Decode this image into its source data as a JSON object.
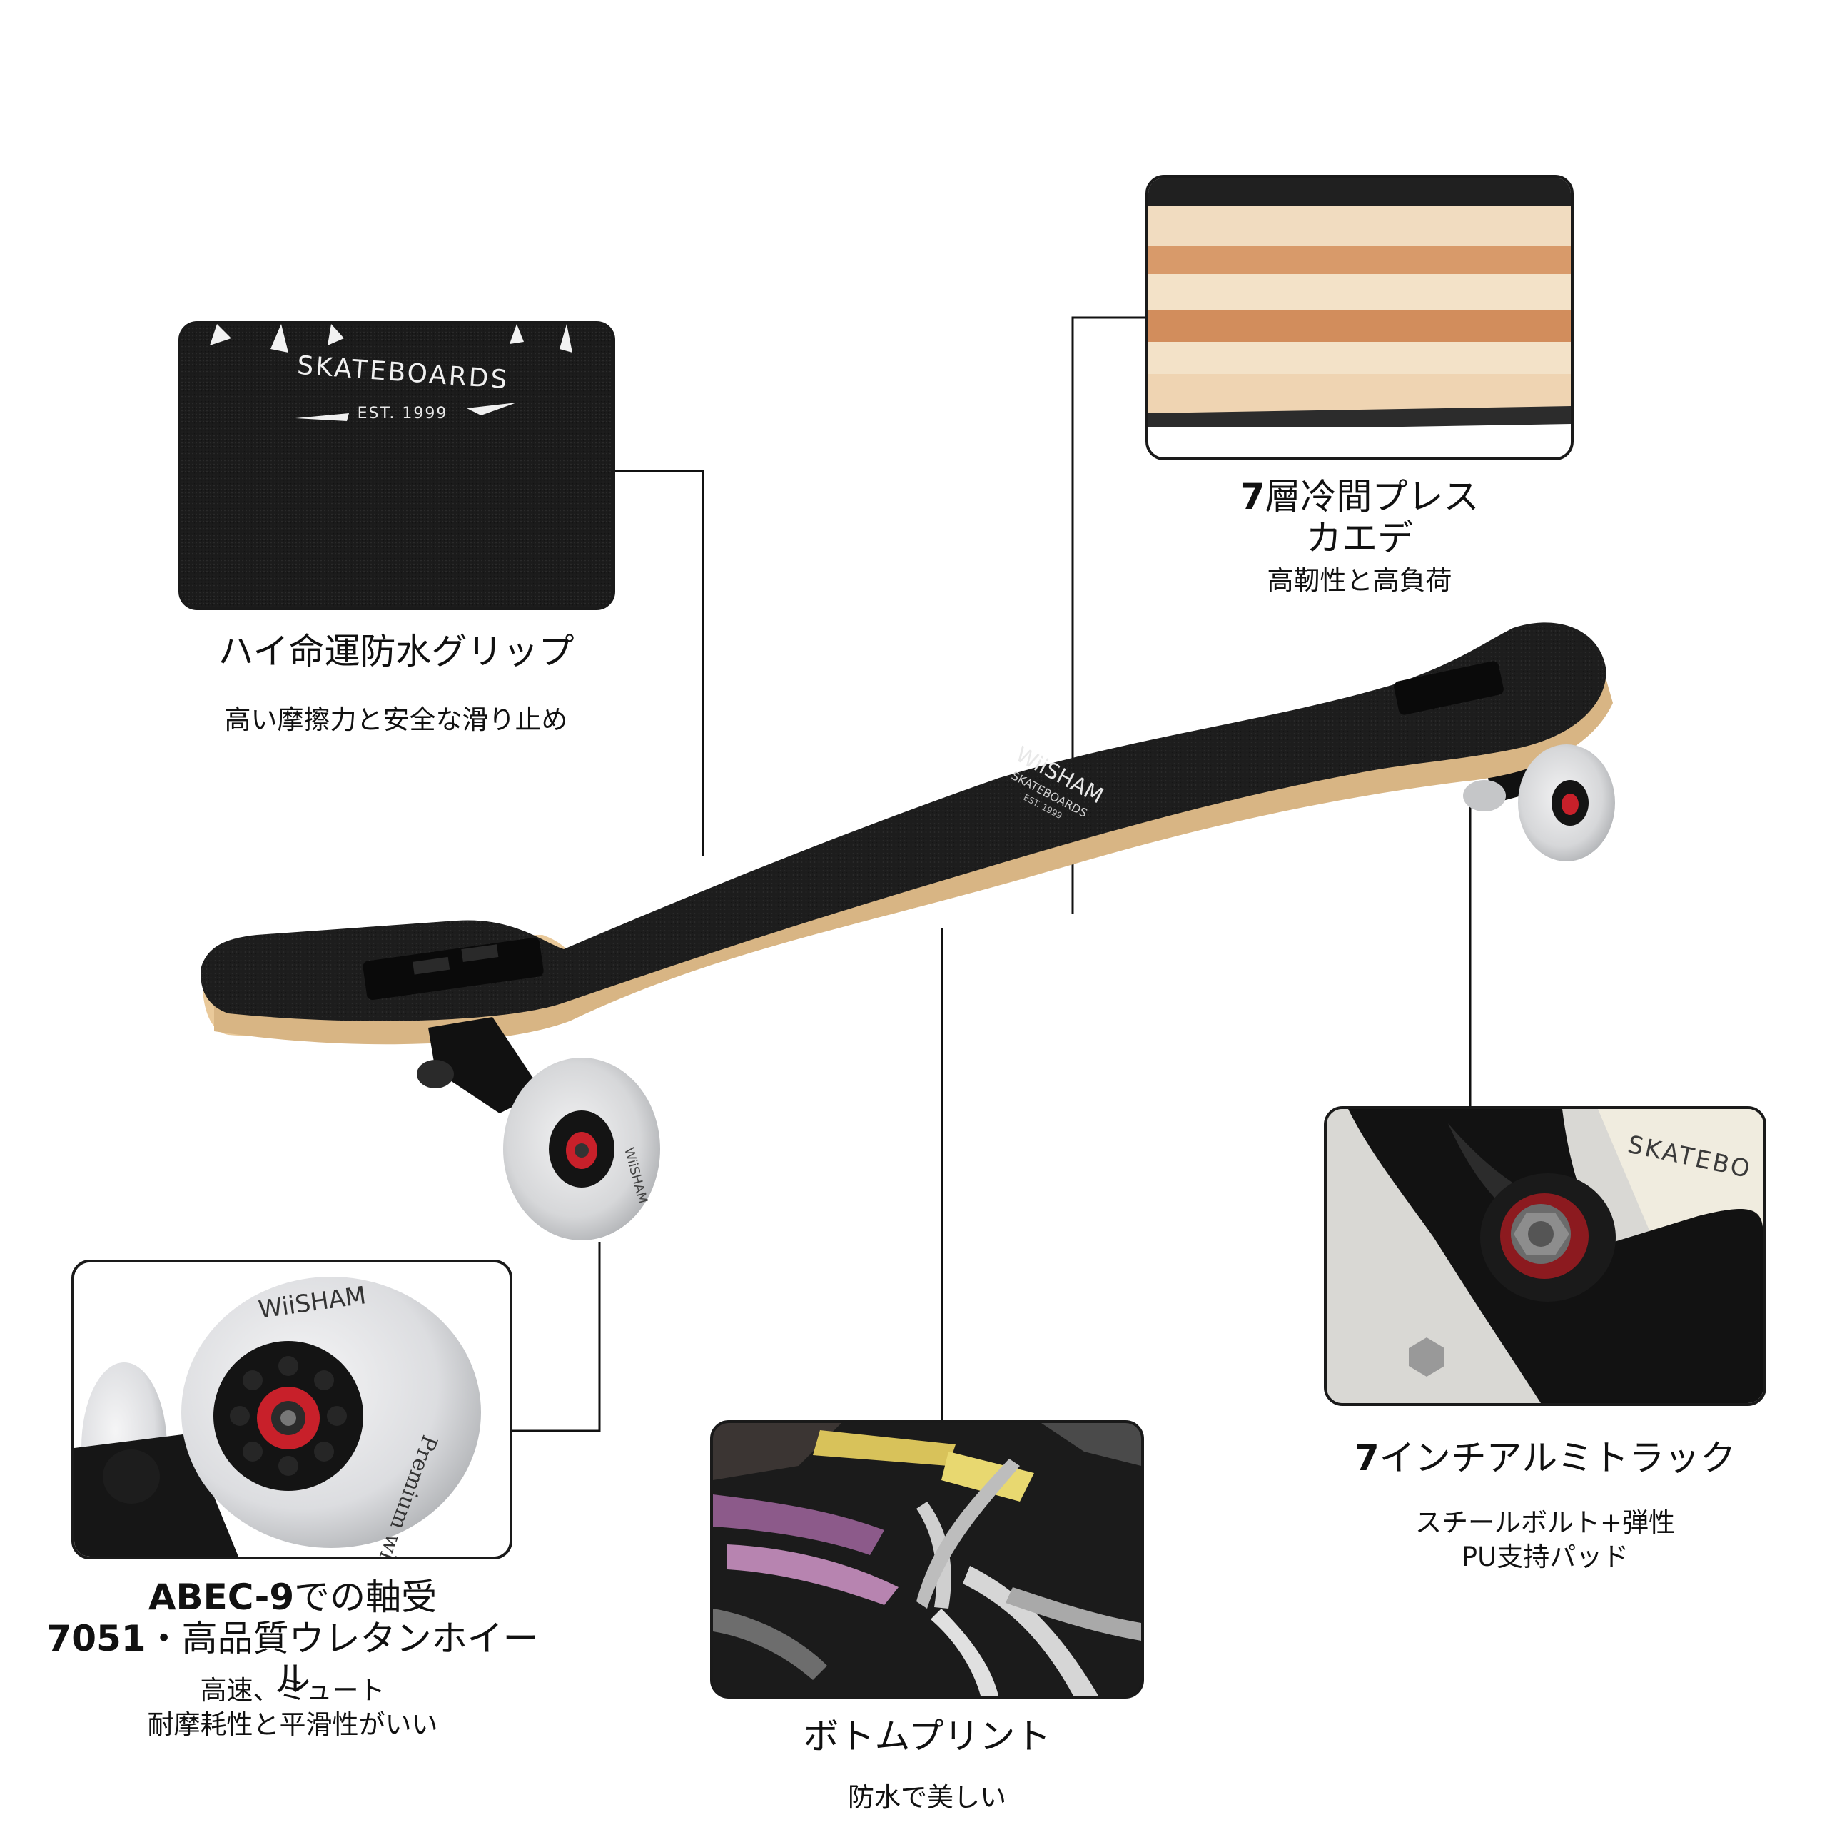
{
  "callouts": {
    "grip": {
      "image_text_1": "SKATEBOARDS",
      "image_text_2": "EST. 1999",
      "title": "ハイ命運防水グリップ",
      "subtitle": "高い摩擦力と安全な滑り止め"
    },
    "deck": {
      "title_num": "7",
      "title_rest": "層冷間プレス",
      "title_line2": "カエデ",
      "subtitle": "高靭性と高負荷"
    },
    "truck": {
      "image_text": "SKATEBO",
      "title_num": "7",
      "title_rest": "インチアルミトラック",
      "subtitle_line1": "スチールボルト+弾性",
      "subtitle_line2": "PU支持パッド"
    },
    "wheel": {
      "image_text_1": "WiiSHAM",
      "image_text_2": "Premium wheels",
      "title_line1_code": "ABEC-9",
      "title_line1_rest": "での軸受",
      "title_line2_code": "7051",
      "title_line2_rest": "・高品質ウレタンホイール",
      "subtitle_line1": "高速、ミュート",
      "subtitle_line2": "耐摩耗性と平滑性がいい"
    },
    "bottom": {
      "title": "ボトムプリント",
      "subtitle": "防水で美しい"
    }
  },
  "board": {
    "brand": "WiiSHAM",
    "brand_sub": "SKATEBOARDS",
    "brand_est": "EST. 1999",
    "wheel_text": "WiiSHAM"
  },
  "colors": {
    "grip": "#1c1c1c",
    "maple": "#e9c99a",
    "wheel": "#d9dadc",
    "bearing": "#c8202a",
    "truck": "#111111"
  }
}
